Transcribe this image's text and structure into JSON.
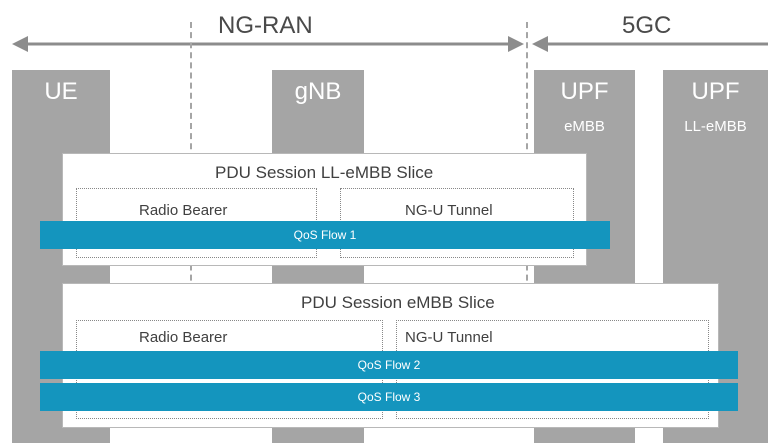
{
  "regions": {
    "ran_label": "NG-RAN",
    "core_label": "5GC"
  },
  "columns": {
    "ue": {
      "title": "UE"
    },
    "gnb": {
      "title": "gNB"
    },
    "upf_embb": {
      "title": "UPF",
      "subtitle": "eMBB"
    },
    "upf_ll": {
      "title": "UPF",
      "subtitle": "LL-eMBB"
    }
  },
  "sessions": {
    "ll_embb": {
      "title": "PDU Session LL-eMBB Slice",
      "radio_bearer": "Radio Bearer",
      "ngu_tunnel": "NG-U Tunnel",
      "flow1": "QoS Flow 1"
    },
    "embb": {
      "title": "PDU Session eMBB Slice",
      "radio_bearer": "Radio Bearer",
      "ngu_tunnel": "NG-U Tunnel",
      "flow2": "QoS Flow 2",
      "flow3": "QoS Flow 3"
    }
  },
  "colors": {
    "column_gray": "#a5a5a5",
    "qos_flow_blue": "#1495be",
    "arrow_gray": "#8c8c8c"
  }
}
